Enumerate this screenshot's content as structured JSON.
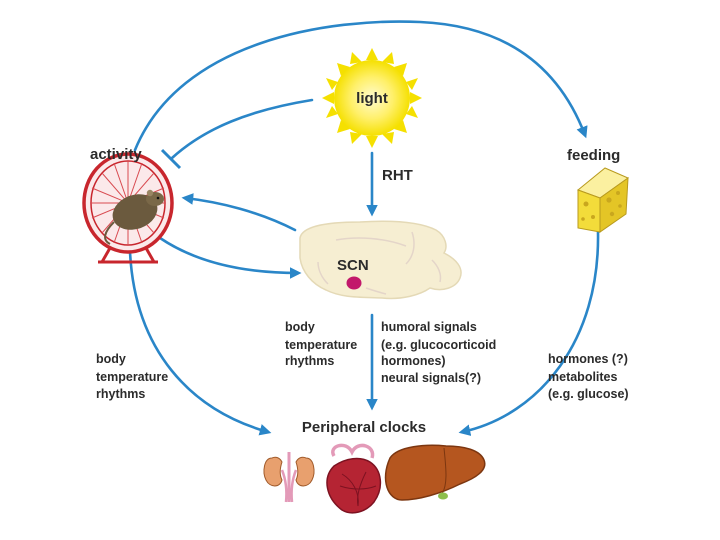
{
  "nodes": {
    "light": "light",
    "activity": "activity",
    "feeding": "feeding",
    "scn": "SCN",
    "peripheral": "Peripheral clocks"
  },
  "edges": {
    "rht": "RHT",
    "left_body_temp": [
      "body",
      "temperature",
      "rhythms"
    ],
    "center_body_temp": [
      "body",
      "temperature",
      "rhythms"
    ],
    "humoral": [
      "humoral signals",
      "(e.g. glucocorticoid",
      "hormones)",
      "neural signals(?)"
    ],
    "hormones": [
      "hormones (?)",
      "metabolites",
      "(e.g. glucose)"
    ]
  },
  "colors": {
    "arrow": "#2a86c8",
    "sun": "#f5e800",
    "scn_dot": "#c2186b",
    "wheel": "#c8262d",
    "cheese": "#f3dc3a",
    "liver": "#b5561f"
  }
}
